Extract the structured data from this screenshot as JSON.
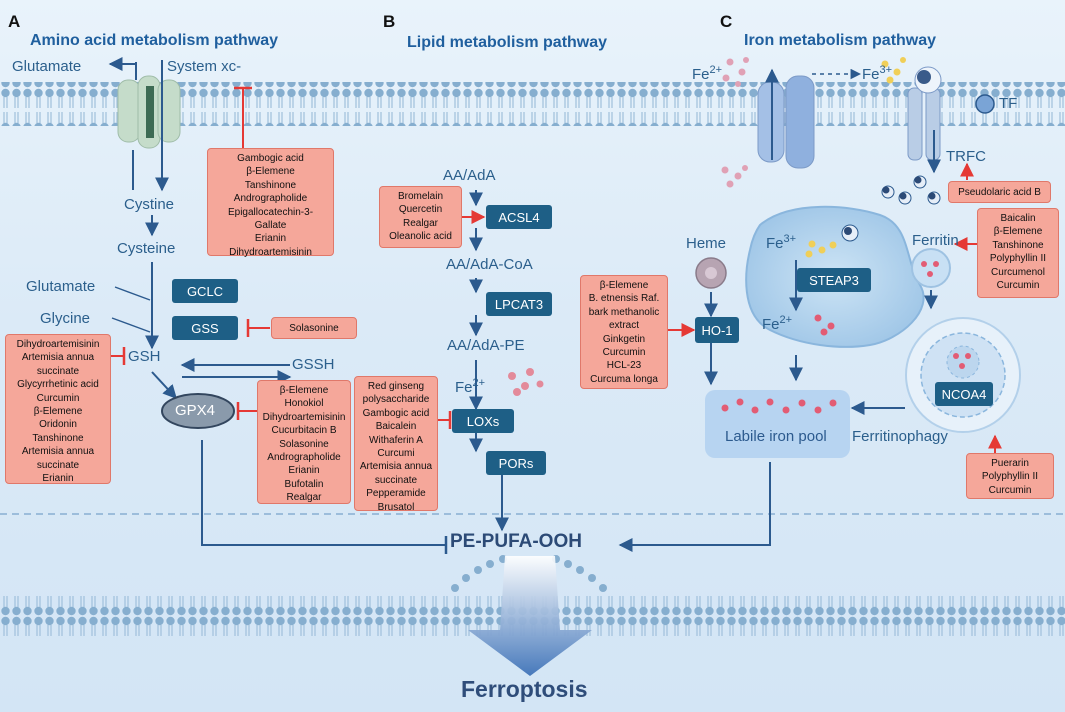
{
  "panels": {
    "a": {
      "letter": "A",
      "title": "Amino acid metabolism pathway"
    },
    "b": {
      "letter": "B",
      "title": "Lipid metabolism pathway"
    },
    "c": {
      "letter": "C",
      "title": "Iron metabolism pathway"
    }
  },
  "amino": {
    "glutamate_out": "Glutamate",
    "system_xc": "System xc-",
    "cystine": "Cystine",
    "cysteine": "Cysteine",
    "glutamate": "Glutamate",
    "glycine": "Glycine",
    "gclc": "GCLC",
    "gss": "GSS",
    "gsh": "GSH",
    "gssh": "GSSH",
    "gpx4": "GPX4",
    "drugs_system_xc": [
      "Gambogic acid",
      "β-Elemene",
      "Tanshinone",
      "Andrographolide",
      "Epigallocatechin-3-",
      "Gallate",
      "Erianin",
      "Dihydroartemisinin"
    ],
    "drugs_gss": [
      "Solasonine"
    ],
    "drugs_gsh": [
      "Dihydroartemisinin",
      "Artemisia annua",
      "succinate",
      "Glycyrrhetinic acid",
      "Curcumin",
      "β-Elemene",
      "Oridonin",
      "Tanshinone",
      "Artemisia annua",
      "succinate",
      "Erianin"
    ],
    "drugs_gpx4": [
      "β-Elemene",
      "Honokiol",
      "Dihydroartemisinin",
      "Cucurbitacin B",
      "Solasonine",
      "Andrographolide",
      "Erianin",
      "Bufotalin",
      "Realgar"
    ]
  },
  "lipid": {
    "aa": "AA/AdA",
    "acsl4": "ACSL4",
    "aacoa": "AA/AdA-CoA",
    "lpcat3": "LPCAT3",
    "aape": "AA/AdA-PE",
    "fe": "Fe",
    "fe_sup": "2+",
    "loxs": "LOXs",
    "pors": "PORs",
    "drugs_acsl4": [
      "Bromelain",
      "Quercetin",
      "Realgar",
      "Oleanolic acid"
    ],
    "drugs_lox": [
      "Red ginseng",
      "polysaccharide",
      "Gambogic acid",
      "Baicalein",
      "Withaferin A",
      "Curcumi",
      "Artemisia annua",
      "succinate",
      "Pepperamide",
      "Brusatol"
    ]
  },
  "iron": {
    "fe2_top": "Fe",
    "fe2_top_sup": "2+",
    "fe3_top": "Fe",
    "fe3_top_sup": "3+",
    "tf": "TF",
    "trfc": "TRFC",
    "heme": "Heme",
    "ho1": "HO-1",
    "fe3_in": "Fe",
    "fe3_in_sup": "3+",
    "steap3": "STEAP3",
    "fe2_in": "Fe",
    "fe2_in_sup": "2+",
    "ferritin": "Ferritin",
    "ncoa4": "NCOA4",
    "labile": "Labile iron pool",
    "ferritinophagy": "Ferritinophagy",
    "drugs_trfc": [
      "Pseudolaric acid B"
    ],
    "drugs_ferritin": [
      "Baicalin",
      "β-Elemene",
      "Tanshinone",
      "Polyphyllin II",
      "Curcumenol",
      "Curcumin"
    ],
    "drugs_ho1": [
      "β-Elemene",
      "B. etnensis Raf.",
      "bark methanolic",
      "extract",
      "Ginkgetin",
      "Curcumin",
      "HCL-23",
      "Curcuma longa"
    ],
    "drugs_ncoa4": [
      "Puerarin",
      "Polyphyllin II",
      "Curcumin"
    ]
  },
  "outcome": {
    "pe_pufa": "PE-PUFA-OOH",
    "ferroptosis": "Ferroptosis"
  },
  "colors": {
    "arrow": "#2c5a8e",
    "inhibit": "#e53935",
    "drug_fill": "#f5a79a",
    "protein_box": "#1e5f86",
    "membrane": "#8fb1cf"
  }
}
